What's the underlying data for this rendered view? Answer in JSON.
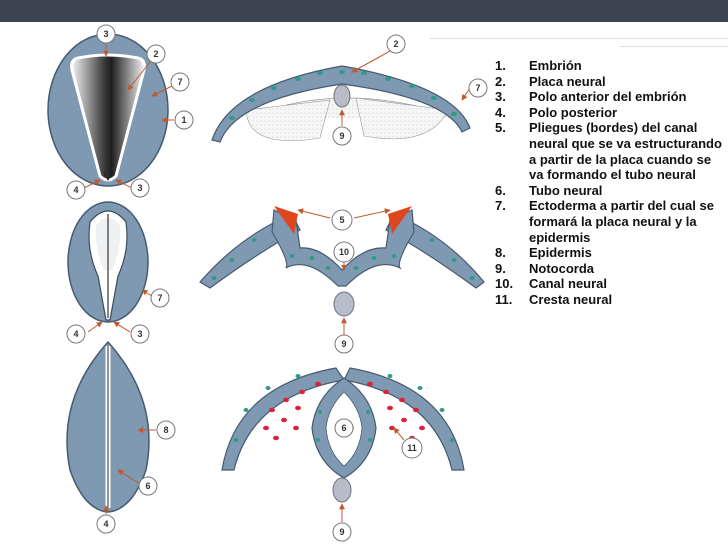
{
  "callouts": {
    "e1": [
      "3",
      "2",
      "7",
      "1",
      "4",
      "3"
    ],
    "e2": [
      "7",
      "4",
      "3"
    ],
    "e3": [
      "8",
      "6",
      "4"
    ],
    "x1": [
      "2",
      "7",
      "9"
    ],
    "x2": [
      "5",
      "10",
      "9"
    ],
    "x3": [
      "6",
      "11",
      "9"
    ]
  },
  "legend": [
    {
      "num": "1.",
      "text": "Embrión"
    },
    {
      "num": "2.",
      "text": "Placa neural"
    },
    {
      "num": "3.",
      "text": "Polo anterior del embrión"
    },
    {
      "num": "4.",
      "text": "Polo posterior"
    },
    {
      "num": "5.",
      "text": "Pliegues (bordes) del canal neural que se va estructurando a partir de la placa cuando se va formando el tubo neural"
    },
    {
      "num": "6.",
      "text": "Tubo neural"
    },
    {
      "num": "7.",
      "text": "Ectoderma a partir del cual se formará la placa neural y la epidermis"
    },
    {
      "num": "8.",
      "text": "Epidermis"
    },
    {
      "num": "9.",
      "text": "Notocorda"
    },
    {
      "num": "10.",
      "text": "Canal neural"
    },
    {
      "num": "11.",
      "text": "Cresta neural"
    }
  ],
  "colors": {
    "ectoderm": "#7f99b3",
    "ectoderm_stroke": "#465a70",
    "nuclei": "#2f9a86",
    "neural_crest": "#d8213b",
    "fold_orange": "#e0461e",
    "notochord": "#b7bcc8",
    "arrow": "#c05a2c",
    "topbar": "#3d4250"
  }
}
